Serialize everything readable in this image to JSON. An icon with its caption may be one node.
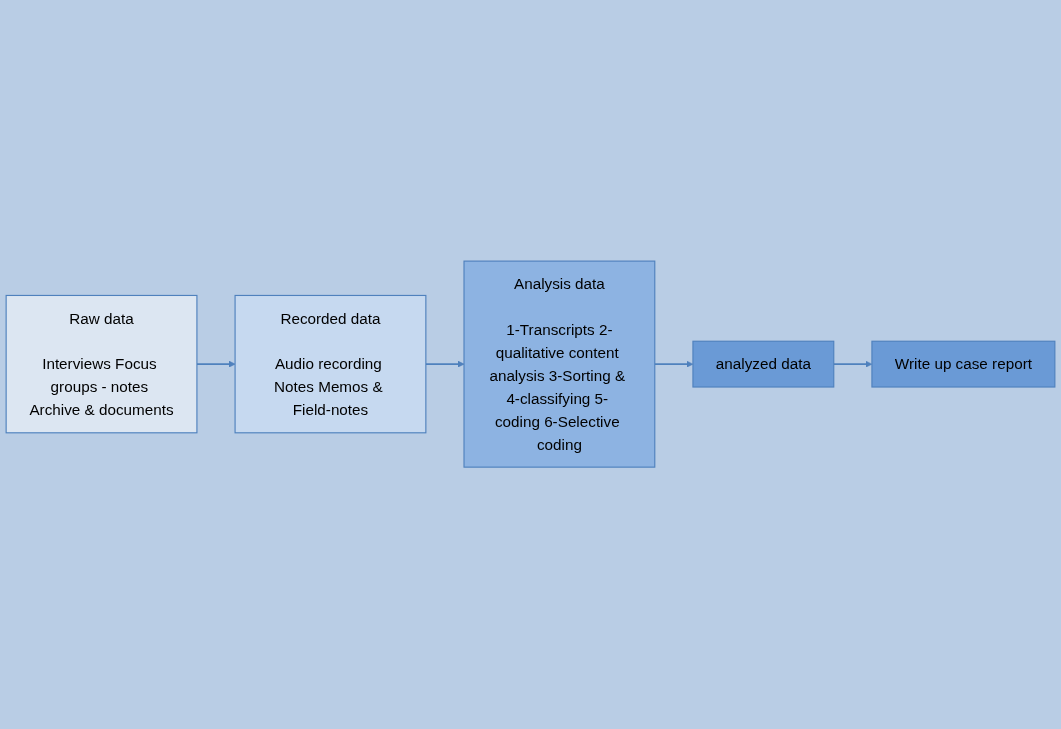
{
  "diagram": {
    "nodes": [
      {
        "text": [
          "Raw data",
          "Interviews Focus groups - notes Archive & documents"
        ]
      },
      {
        "text": [
          "Recorded data",
          "Audio recording Notes Memos & Field-notes"
        ]
      },
      {
        "text": [
          "Analysis data",
          "1-Transcripts 2-qualitative content analysis 3-Sorting & 4-classifying 5- coding 6-Selective coding"
        ]
      },
      {
        "text": [
          "analyzed data"
        ]
      },
      {
        "text": [
          "Write up case report"
        ]
      }
    ],
    "edges": [
      {
        "from": 0,
        "to": 1,
        "arrow": "to"
      },
      {
        "from": 1,
        "to": 2,
        "arrow": "to"
      },
      {
        "from": 2,
        "to": 3,
        "arrow": "to"
      },
      {
        "from": 3,
        "to": 4,
        "arrow": "to"
      }
    ]
  }
}
